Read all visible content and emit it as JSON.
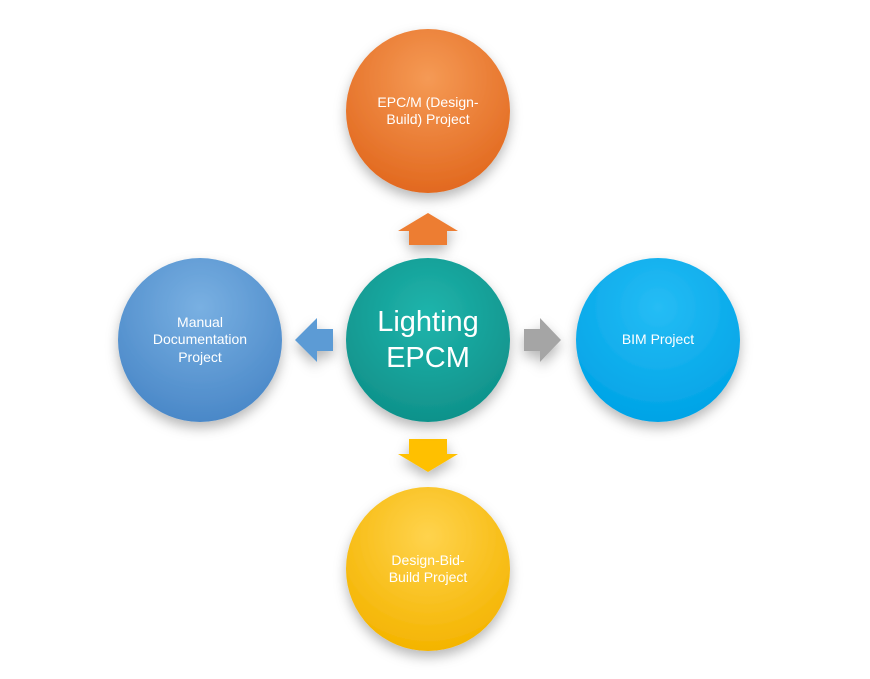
{
  "diagram": {
    "center": {
      "label": "Lighting\nEPCM",
      "color": "#16a39b"
    },
    "top": {
      "label": "EPC/M (Design-\nBuild) Project",
      "color": "#ed7d31",
      "arrow_color": "#ed7d31"
    },
    "right": {
      "label": "BIM Project",
      "color": "#00b0f0",
      "arrow_color": "#a5a5a5"
    },
    "bottom": {
      "label": "Design-Bid-\nBuild Project",
      "color": "#ffc000",
      "arrow_color": "#ffc000"
    },
    "left": {
      "label": "Manual\nDocumentation\nProject",
      "color": "#5b9bd5",
      "arrow_color": "#5b9bd5"
    }
  }
}
